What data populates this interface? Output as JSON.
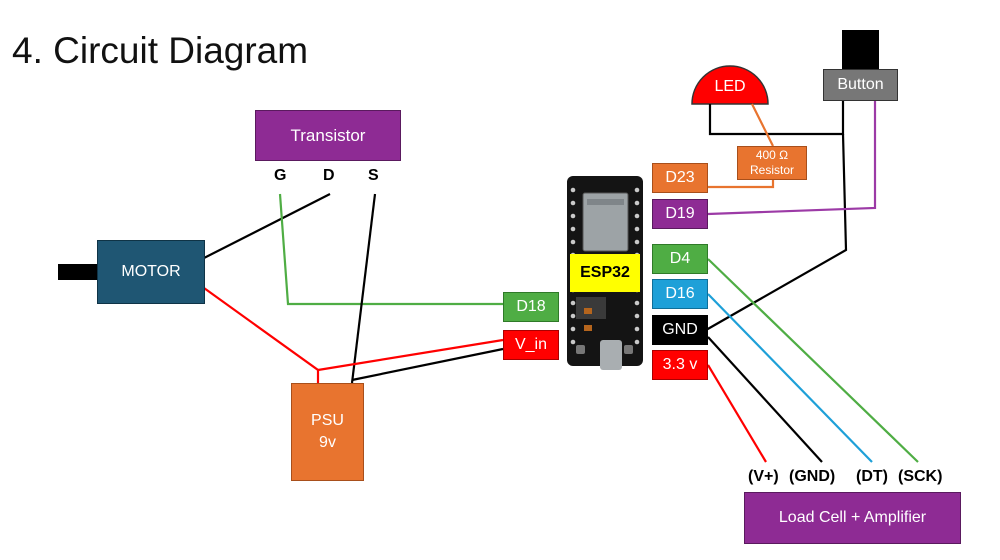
{
  "title": "4. Circuit Diagram",
  "components": {
    "transistor": "Transistor",
    "transistor_pins": [
      "G",
      "D",
      "S"
    ],
    "motor": "MOTOR",
    "psu_line1": "PSU",
    "psu_line2": "9v",
    "led": "LED",
    "button": "Button",
    "resistor_line1": "400 Ω",
    "resistor_line2": "Resistor",
    "esp32": "ESP32",
    "load_cell": "Load Cell + Amplifier",
    "load_cell_pins": [
      "(V+)",
      "(GND)",
      "(DT)",
      "(SCK)"
    ]
  },
  "pins": {
    "d18": "D18",
    "v_in": "V_in",
    "d23": "D23",
    "d19": "D19",
    "d4": "D4",
    "d16": "D16",
    "gnd": "GND",
    "v33": "3.3 v"
  },
  "colors": {
    "purple": "#8e2b94",
    "motor_blue": "#1f5673",
    "orange": "#e8742f",
    "green": "#4fad44",
    "cyan": "#1ea0d8",
    "red": "#ff0000",
    "yellow": "#ffff00",
    "gray": "#777777",
    "wire_green": "#4fad44",
    "wire_purple": "#9c3aa6",
    "wire_orange": "#e8742f"
  }
}
